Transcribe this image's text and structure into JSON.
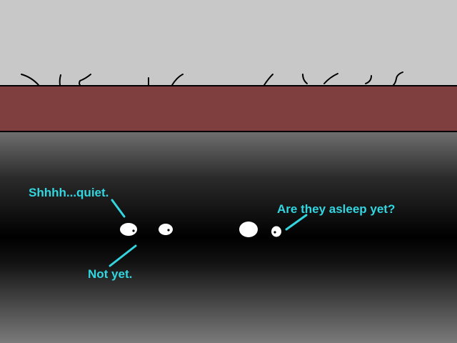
{
  "dialogue": {
    "shhh": "Shhhh...quiet.",
    "not_yet": "Not yet.",
    "asleep": "Are they asleep yet?"
  },
  "colors": {
    "wall": "#c8c8c8",
    "shelf": "#7f3f3f",
    "speech": "#33d6e0",
    "eyes": "#ffffff"
  }
}
